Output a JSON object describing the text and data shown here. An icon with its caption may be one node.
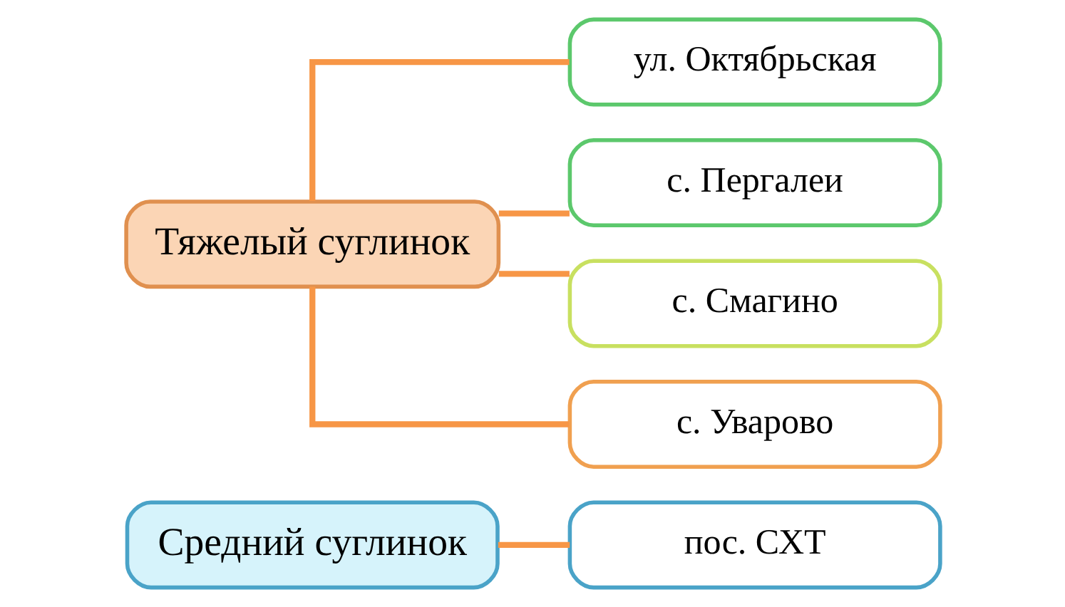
{
  "diagram": {
    "nodes": [
      {
        "text": [
          "Средний суглинок"
        ]
      },
      {
        "text": [
          "пос. СХТ"
        ]
      },
      {
        "text": [
          "Тяжелый суглинок"
        ]
      },
      {
        "text": [
          "ул. Октябрьская"
        ]
      },
      {
        "text": [
          "с. Пергалеи"
        ]
      },
      {
        "text": [
          "с. Смагино"
        ]
      },
      {
        "text": [
          "с. Уварово"
        ]
      }
    ],
    "edges": [
      {
        "from": 0,
        "to": 1,
        "arrow": "none"
      },
      {
        "from": 2,
        "to": 3,
        "arrow": "none"
      },
      {
        "from": 2,
        "to": 4,
        "arrow": "none"
      },
      {
        "from": 2,
        "to": 5,
        "arrow": "none"
      },
      {
        "from": 2,
        "to": 6,
        "arrow": "none"
      }
    ]
  }
}
